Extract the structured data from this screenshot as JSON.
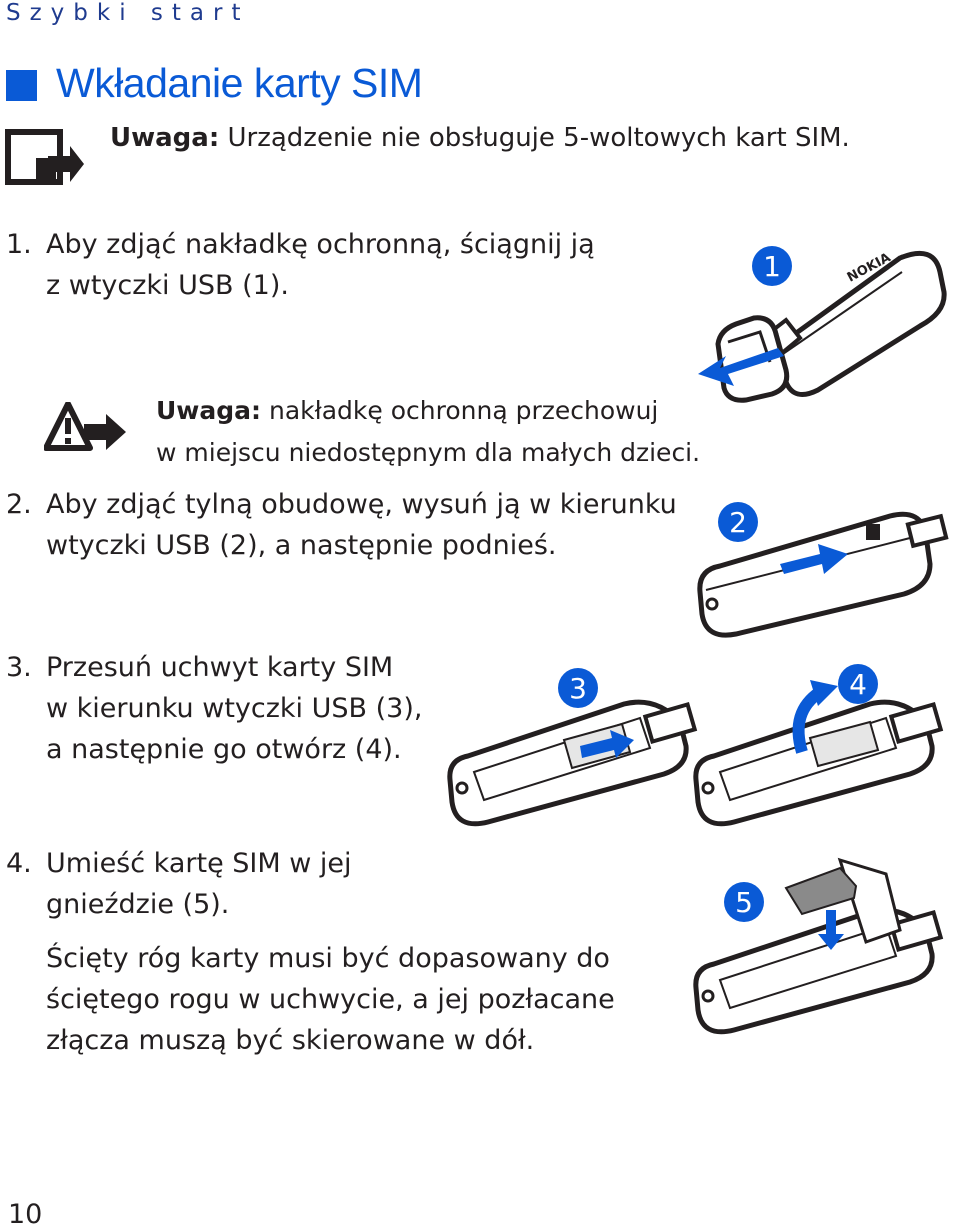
{
  "header": {
    "section": "Szybki start"
  },
  "title": "Wkładanie karty SIM",
  "note1": {
    "label": "Uwaga:",
    "text": " Urządzenie nie obsługuje 5-woltowych kart SIM."
  },
  "steps": [
    {
      "num": "1.",
      "lines": [
        "Aby zdjąć nakładkę ochronną, ściągnij ją",
        "z wtyczki USB (1)."
      ]
    },
    {
      "num": "2.",
      "lines": [
        "Aby zdjąć tylną obudowę, wysuń ją w kierunku",
        "wtyczki USB (2), a następnie podnieś."
      ]
    },
    {
      "num": "3.",
      "lines": [
        "Przesuń uchwyt karty SIM",
        "w kierunku wtyczki USB (3),",
        "a następnie go otwórz (4)."
      ]
    },
    {
      "num": "4.",
      "lines": [
        "Umieść kartę SIM w jej",
        "gnieździe (5)."
      ]
    }
  ],
  "warning": {
    "label": "Uwaga:",
    "line1": " nakładkę ochronną przechowuj",
    "line2": "w miejscu niedostępnym dla małych dzieci."
  },
  "step4_extra": [
    "Ścięty róg karty musi być dopasowany do",
    "ściętego rogu w uchwycie, a jej pozłacane",
    "złącza muszą być skierowane w dół."
  ],
  "figures": {
    "badges": [
      "1",
      "2",
      "3",
      "4",
      "5"
    ],
    "device_brand": "NOKIA"
  },
  "page_number": "10",
  "colors": {
    "accent": "#0a5ad6",
    "header": "#1f3b8f",
    "text": "#231f20"
  },
  "icons": {
    "note": "note-icon",
    "warning": "warning-icon"
  }
}
